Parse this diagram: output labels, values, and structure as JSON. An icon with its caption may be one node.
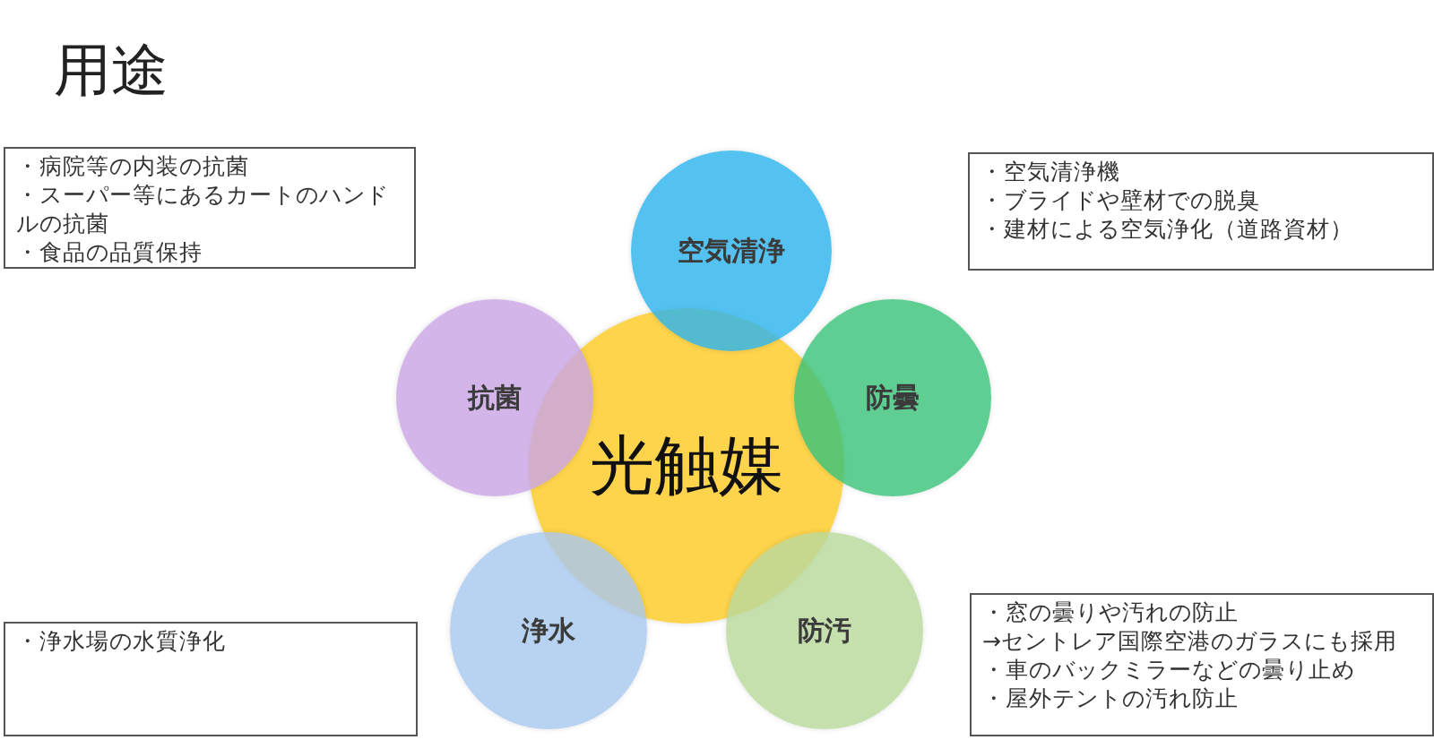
{
  "diagram": {
    "title": "用途",
    "nodes": [
      {
        "text": [
          "・病院等の内装の抗菌",
          "・スーパー等にあるカートのハンドルの抗菌",
          "・食品の品質保持"
        ]
      },
      {
        "text": [
          "空気清浄"
        ]
      },
      {
        "text": [
          "・空気清浄機",
          "・ブライドや壁材での脱臭",
          "・建材による空気浄化（道路資材）"
        ]
      },
      {
        "text": [
          "光触媒"
        ]
      },
      {
        "text": [
          "抗菌"
        ]
      },
      {
        "text": [
          "防曇"
        ]
      },
      {
        "text": [
          "・浄水場の水質浄化"
        ]
      },
      {
        "text": [
          "浄水"
        ]
      },
      {
        "text": [
          "防汚"
        ]
      },
      {
        "text": [
          "・窓の曇りや汚れの防止",
          "→セントレア国際空港のガラスにも採用",
          "・車のバックミラーなどの曇り止め",
          "・屋外テントの汚れ防止"
        ]
      }
    ]
  }
}
